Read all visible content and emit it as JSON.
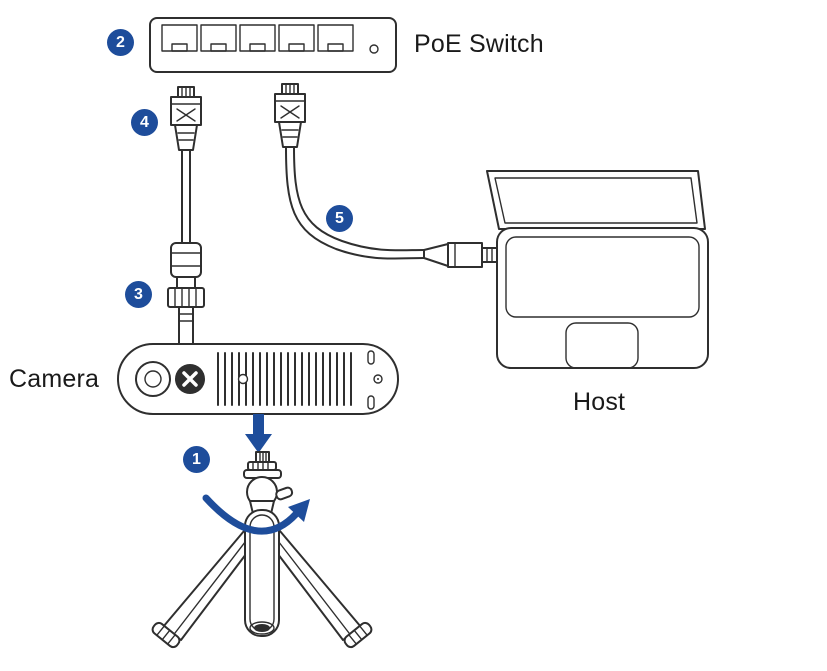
{
  "diagram": {
    "labels": {
      "poe_switch": "PoE Switch",
      "camera": "Camera",
      "host": "Host"
    },
    "steps": [
      "1",
      "2",
      "3",
      "4",
      "5"
    ],
    "colors": {
      "accent": "#1e4d9b",
      "line": "#2f2f2f",
      "text": "#1a1a1a",
      "background": "#ffffff"
    }
  }
}
